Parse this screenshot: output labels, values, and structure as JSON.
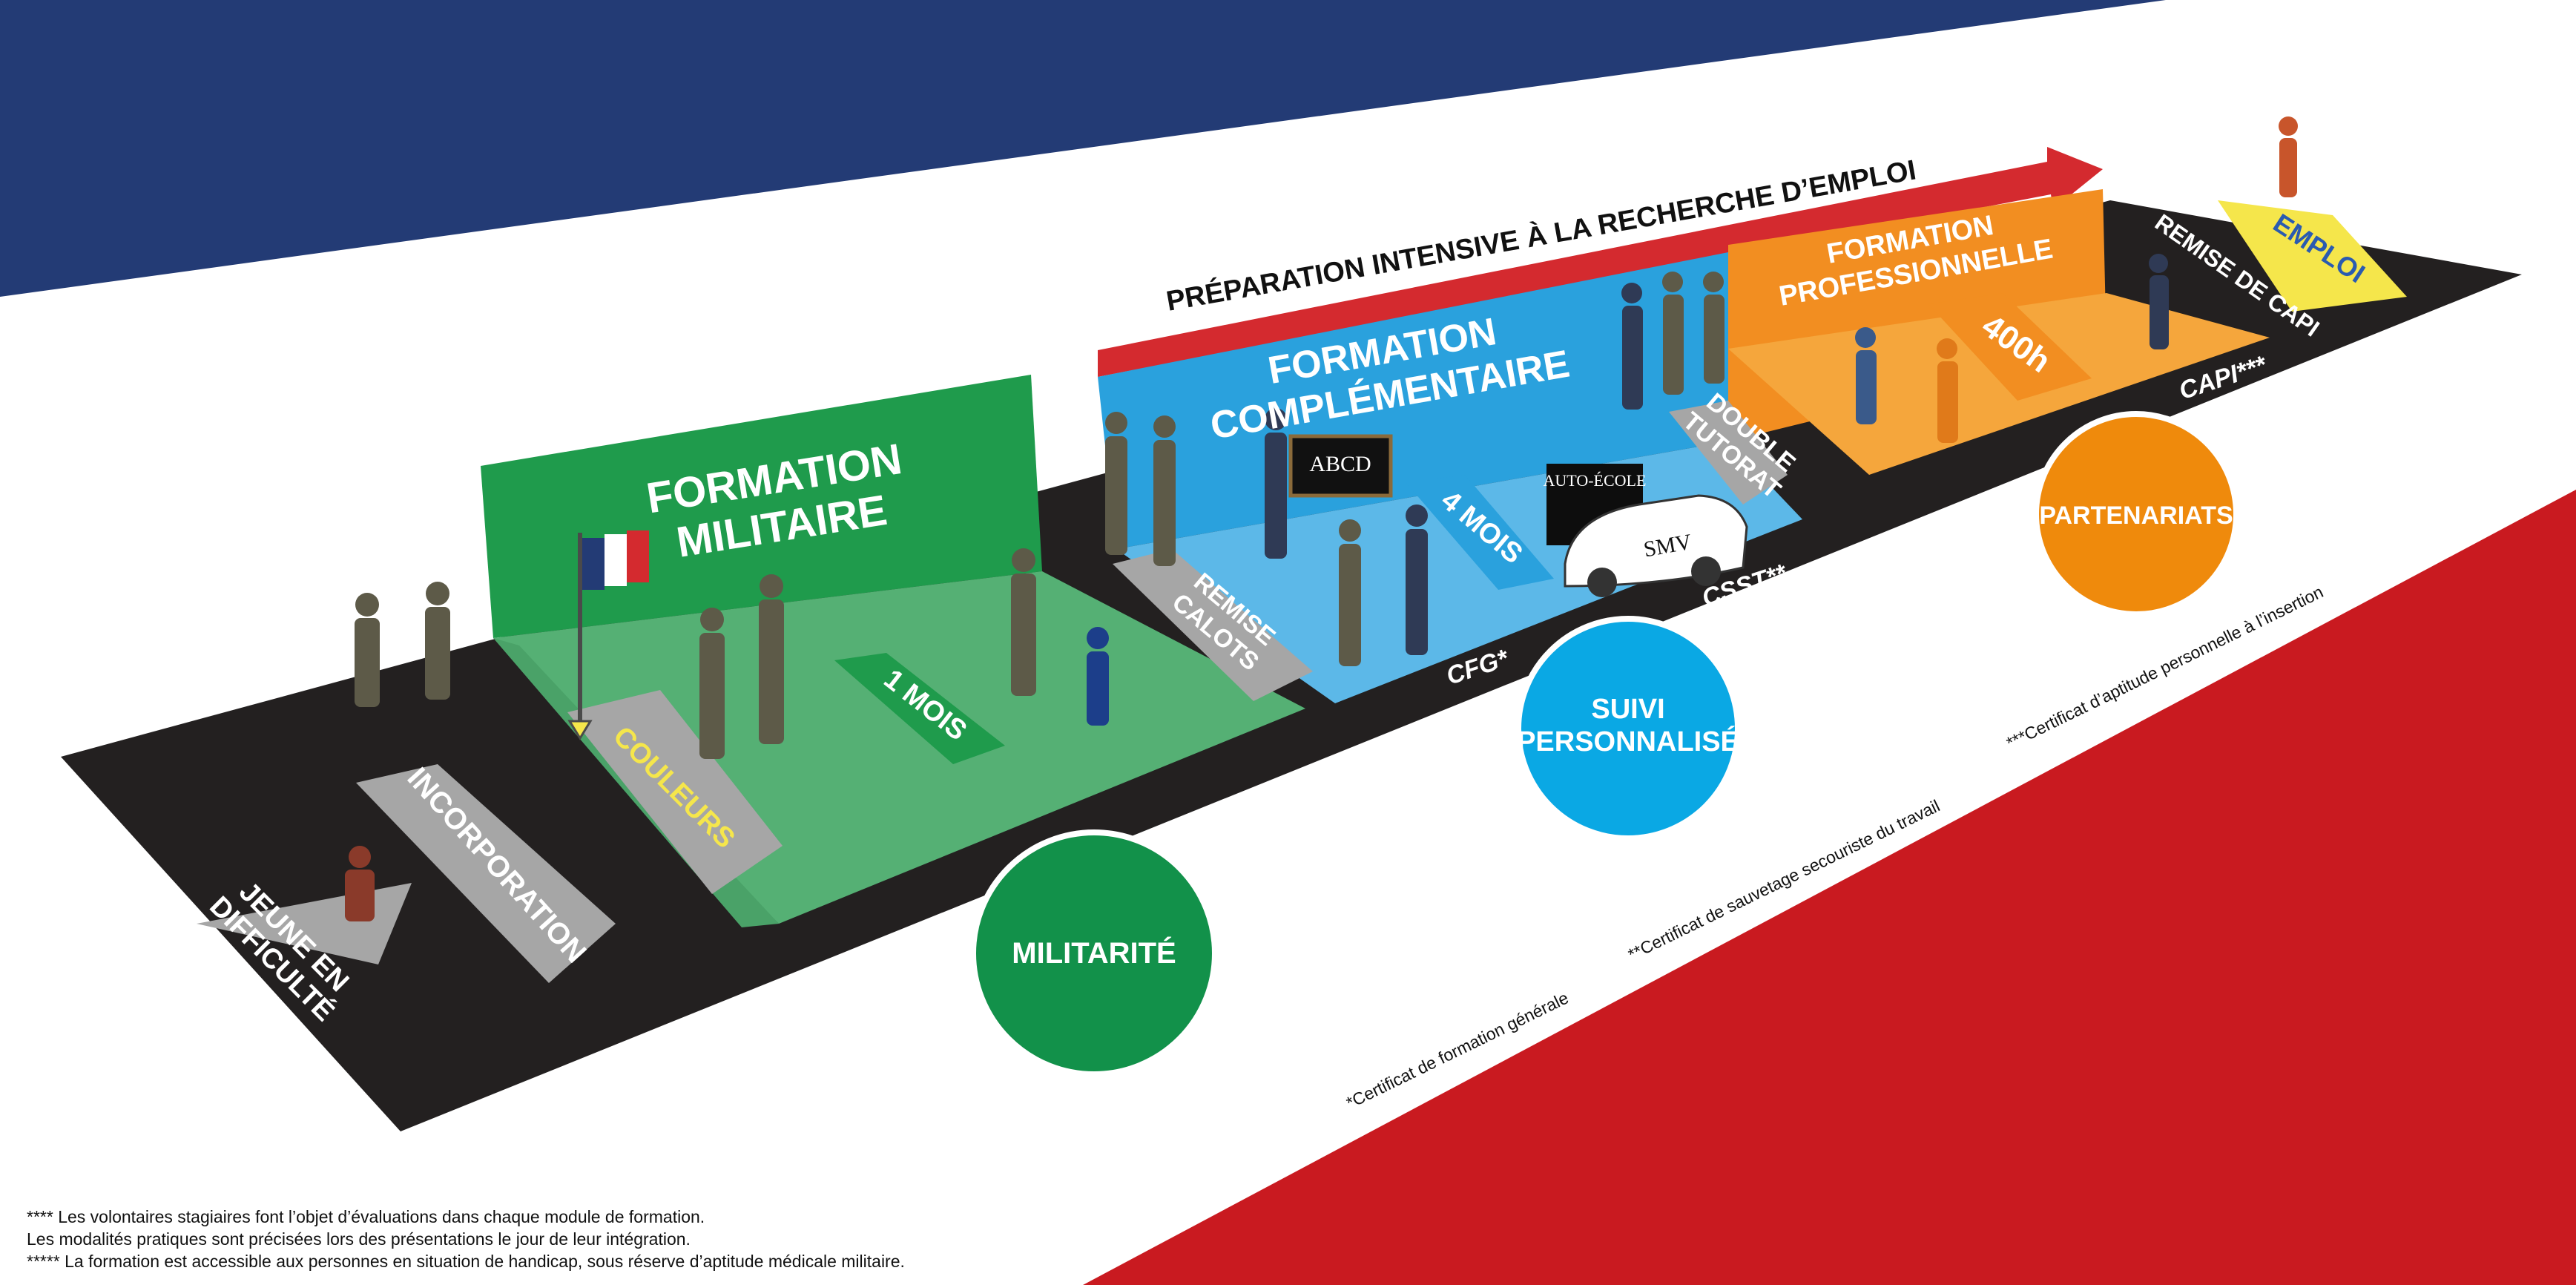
{
  "colors": {
    "blue_band": "#233b75",
    "red_band": "#c91a20",
    "track": "#232020",
    "military_green": "#1f9b4c",
    "military_floor": "#55b074",
    "complementary_blue": "#2aa1dd",
    "complementary_floor": "#5cb8e8",
    "professional_orange": "#f28e21",
    "professional_floor": "#f5a63c",
    "arrow_red": "#d42a2f",
    "grey_tag": "#a6a6a6",
    "yellow_text": "#f5e64b",
    "militarite_circle": "#12914a",
    "suivi_circle": "#0aa8e4",
    "partenariats_circle": "#ef8a0c"
  },
  "banner": {
    "text": "PRÉPARATION INTENSIVE À LA RECHERCHE D’EMPLOI"
  },
  "stages": {
    "jeune": {
      "line1": "JEUNE EN",
      "line2": "DIFFICULTÉ"
    },
    "incorporation": {
      "label": "INCORPORATION"
    },
    "couleurs": {
      "label": "COULEURS"
    },
    "formation_militaire": {
      "line1": "FORMATION",
      "line2": "MILITAIRE",
      "duration": "1 MOIS"
    },
    "remise_calots": {
      "line1": "REMISE",
      "line2": "CALOTS"
    },
    "formation_complementaire": {
      "line1": "FORMATION",
      "line2": "COMPLÉMENTAIRE",
      "duration": "4 MOIS",
      "board": "ABCD",
      "school_sign": "AUTO-ÉCOLE",
      "car_plate": "SMV"
    },
    "double_tutorat": {
      "line1": "DOUBLE",
      "line2": "TUTORAT"
    },
    "formation_professionnelle": {
      "line1": "FORMATION",
      "line2": "PROFESSIONNELLE",
      "duration": "400h"
    },
    "remise_capi": {
      "label": "REMISE DE CAPI"
    },
    "emploi": {
      "label": "EMPLOI"
    }
  },
  "certificates": {
    "cfg": "CFG*",
    "csst": "CSST**",
    "capi": "CAPI***"
  },
  "circles": {
    "militarite": "MILITARITÉ",
    "suivi_line1": "SUIVI",
    "suivi_line2": "PERSONNALISÉ",
    "partenariats": "PARTENARIATS"
  },
  "notes": {
    "cfg": "*Certificat de formation générale",
    "csst": "**Certificat de sauvetage secouriste du travail",
    "capi": "***Certificat d’aptitude personnelle à l’insertion"
  },
  "footnotes": {
    "line1": "**** Les volontaires stagiaires font l’objet d’évaluations dans chaque module de formation.",
    "line2": "Les modalités pratiques sont précisées lors des présentations le jour de leur intégration.",
    "line3": "***** La formation est accessible aux personnes en situation de handicap, sous réserve d’aptitude médicale militaire."
  }
}
